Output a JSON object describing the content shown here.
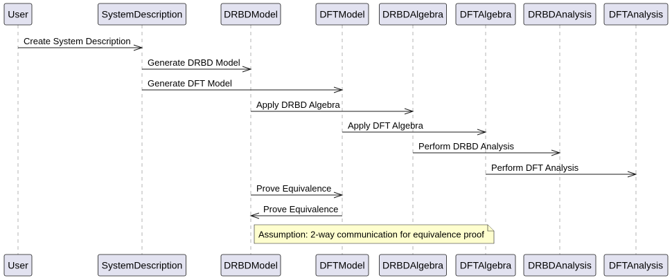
{
  "participants": [
    {
      "id": "user",
      "label": "User"
    },
    {
      "id": "sysdesc",
      "label": "SystemDescription"
    },
    {
      "id": "drbdmodel",
      "label": "DRBDModel"
    },
    {
      "id": "dftmodel",
      "label": "DFTModel"
    },
    {
      "id": "drbdalgebra",
      "label": "DRBDAlgebra"
    },
    {
      "id": "dftalgebra",
      "label": "DFTAlgebra"
    },
    {
      "id": "drbdanalysis",
      "label": "DRBDAnalysis"
    },
    {
      "id": "dftanalysis",
      "label": "DFTAnalysis"
    }
  ],
  "messages": [
    {
      "from": "user",
      "to": "sysdesc",
      "label": "Create System Description"
    },
    {
      "from": "sysdesc",
      "to": "drbdmodel",
      "label": "Generate DRBD Model"
    },
    {
      "from": "sysdesc",
      "to": "dftmodel",
      "label": "Generate DFT Model"
    },
    {
      "from": "drbdmodel",
      "to": "drbdalgebra",
      "label": "Apply DRBD Algebra"
    },
    {
      "from": "dftmodel",
      "to": "dftalgebra",
      "label": "Apply DFT Algebra"
    },
    {
      "from": "drbdalgebra",
      "to": "drbdanalysis",
      "label": "Perform DRBD Analysis"
    },
    {
      "from": "dftalgebra",
      "to": "dftanalysis",
      "label": "Perform DFT Analysis"
    },
    {
      "from": "drbdmodel",
      "to": "dftmodel",
      "label": "Prove Equivalence"
    },
    {
      "from": "dftmodel",
      "to": "drbdmodel",
      "label": "Prove Equivalence"
    }
  ],
  "note": {
    "over": [
      "drbdmodel",
      "dftalgebra"
    ],
    "text": "Assumption: 2-way communication for equivalence proof"
  },
  "colors": {
    "participant_fill": "#e2e2f0",
    "note_fill": "#fefece",
    "line": "#181818",
    "lifeline": "#b3b3b3"
  }
}
